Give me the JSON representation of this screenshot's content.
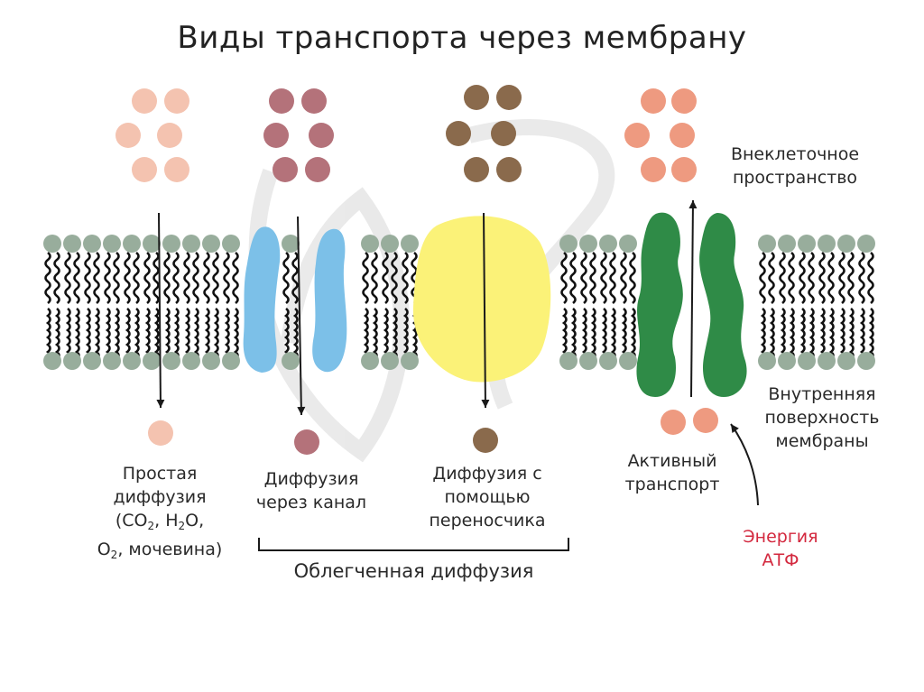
{
  "title": "Виды транспорта через мембрану",
  "labels": {
    "extracellular": [
      "Внеклеточное",
      "пространство"
    ],
    "inner_surface": [
      "Внутренняя",
      "поверхность",
      "мембраны"
    ],
    "simple_diffusion": [
      "Простая",
      "диффузия"
    ],
    "simple_diffusion_examples_line1": {
      "a": "(CO",
      "a_sub": "2",
      "b": ", H",
      "b_sub": "2",
      "c": "O,"
    },
    "simple_diffusion_examples_line2": {
      "a": "O",
      "a_sub": "2",
      "b": ", мочевина)"
    },
    "channel_diffusion": [
      "Диффузия",
      "через канал"
    ],
    "carrier_diffusion": [
      "Диффузия с",
      "помощью",
      "переносчика"
    ],
    "facilitated_diffusion": "Облегченная диффузия",
    "active_transport": [
      "Активный",
      "транспорт"
    ],
    "atp_energy": [
      "Энергия",
      "АТФ"
    ]
  },
  "colors": {
    "simple_particle": "#f4c3b0",
    "channel_particle": "#b4727a",
    "carrier_particle": "#8a6a4c",
    "active_particle": "#ee9a80",
    "phospholipid_head": "#98ad9c",
    "channel_protein": "#7cc0e8",
    "carrier_protein": "#fbf278",
    "pump_protein": "#2f8b47",
    "energy_text": "#d3283e"
  },
  "icons": [
    "membrane-bilayer",
    "channel-protein",
    "carrier-protein",
    "pump-protein",
    "arrow-down",
    "arrow-up"
  ]
}
